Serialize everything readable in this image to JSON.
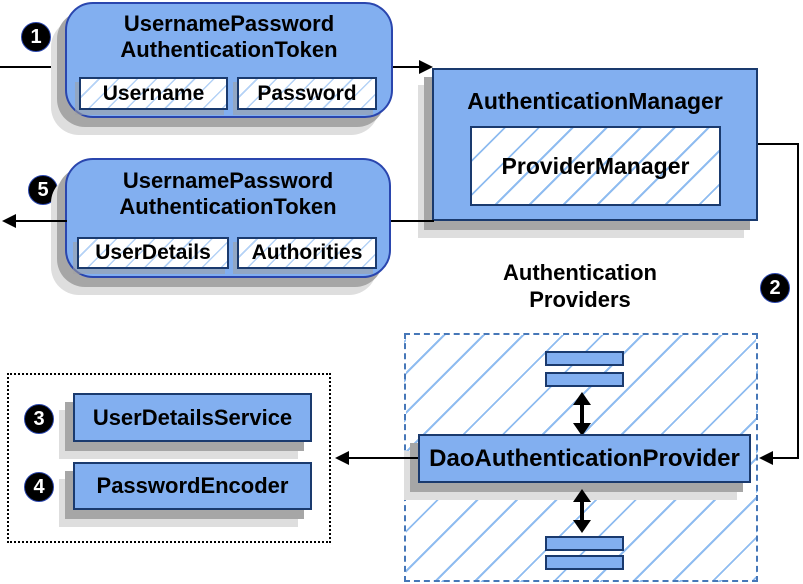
{
  "diagram": {
    "badges": {
      "b1": "1",
      "b2": "2",
      "b3": "3",
      "b4": "4",
      "b5": "5"
    },
    "token_request": {
      "title_line1": "UsernamePassword",
      "title_line2": "AuthenticationToken",
      "fields": [
        "Username",
        "Password"
      ]
    },
    "auth_manager": {
      "title": "AuthenticationManager",
      "inner": "ProviderManager"
    },
    "token_response": {
      "title_line1": "UsernamePassword",
      "title_line2": "AuthenticationToken",
      "fields": [
        "UserDetails",
        "Authorities"
      ]
    },
    "providers": {
      "label_line1": "Authentication",
      "label_line2": "Providers",
      "main": "DaoAuthenticationProvider"
    },
    "services": {
      "user_details_service": "UserDetailsService",
      "password_encoder": "PasswordEncoder"
    },
    "colors": {
      "box_fill": "#82aff0",
      "box_border_dark": "#1a3a6e",
      "rounded_border": "#2a46ae",
      "hatch_line": "#8fbcf0",
      "dashed_border": "#4677b8",
      "shadow": "#a6a6a6"
    }
  }
}
